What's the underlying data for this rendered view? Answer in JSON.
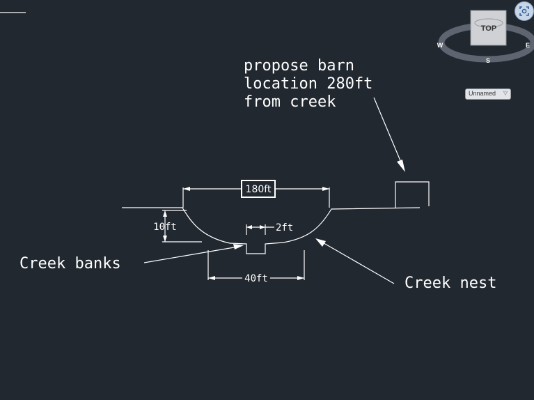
{
  "annotations": {
    "barn_note_line1": "propose barn",
    "barn_note_line2": "location 280ft",
    "barn_note_line3": "from creek",
    "creek_banks": "Creek banks",
    "creek_nest": "Creek nest"
  },
  "dimensions": {
    "width_top": "180ft",
    "bank_height": "10ft",
    "channel_width": "2ft",
    "bottom_width": "40ft"
  },
  "viewcube": {
    "face": "TOP",
    "compass_west": "W",
    "compass_east": "E",
    "compass_south": "S"
  },
  "view_selector": {
    "value": "Unnamed"
  },
  "colors": {
    "background": "#212830",
    "lines": "#ffffff"
  }
}
